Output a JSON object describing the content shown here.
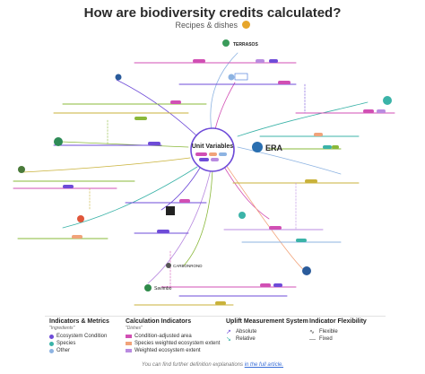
{
  "header": {
    "title": "How are biodiversity credits calculated?",
    "subtitle": "Recipes & dishes"
  },
  "center": {
    "label": "Unit Variables"
  },
  "providers": {
    "terrasos": "TERRASOS",
    "era": "ERA",
    "carbonrond": "CARBONROND",
    "savimbo": "Savimbo"
  },
  "colors": {
    "ecosystem_condition": "#6e4bd8",
    "species": "#3bb3a8",
    "other": "#8db3e2",
    "condition_adjusted_area": "#d14fb4",
    "species_weighted_extent": "#f1a37a",
    "weighted_ecosystem_extent": "#b98be0",
    "green": "#8ab83a",
    "olive": "#c9b23a"
  },
  "legend": {
    "indicators": {
      "title": "Indicators & Metrics",
      "subtitle": "\"Ingredients\"",
      "items": [
        "Ecosystem Condition",
        "Species",
        "Other"
      ]
    },
    "calculation": {
      "title": "Calculation Indicators",
      "subtitle": "\"Dishes\"",
      "items": [
        "Condition-adjusted area",
        "Species weighted ecosystem extent",
        "Weighted ecosystem extent"
      ]
    },
    "uplift": {
      "title": "Uplift Measurement System",
      "items": [
        "Absolute",
        "Relative"
      ]
    },
    "flexibility": {
      "title": "Indicator Flexibility",
      "items": [
        "Flexible",
        "Fixed"
      ]
    }
  },
  "footer": {
    "text": "You can find further definition explanations ",
    "link": "in the full article."
  }
}
